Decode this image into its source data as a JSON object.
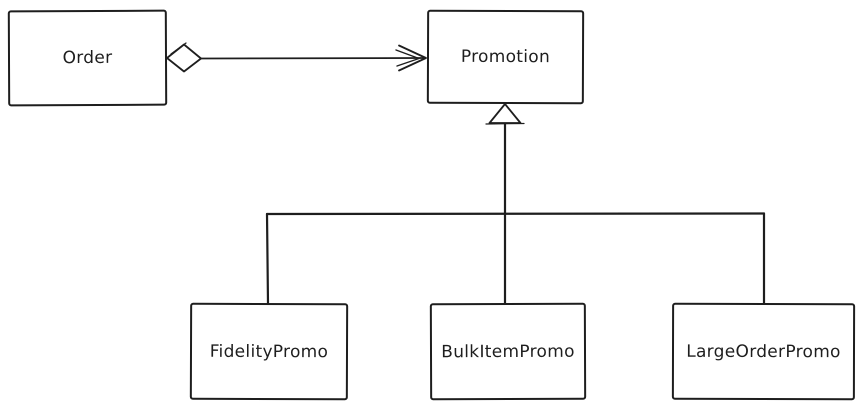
{
  "diagram": {
    "kind": "uml-class-diagram",
    "style": "hand-drawn",
    "colors": {
      "stroke": "#1e1e1e",
      "background": "#ffffff",
      "marker_fill": "#ffffff"
    },
    "nodes": {
      "order": {
        "label": "Order"
      },
      "promotion": {
        "label": "Promotion"
      },
      "fidelityPromo": {
        "label": "FidelityPromo"
      },
      "bulkItemPromo": {
        "label": "BulkItemPromo"
      },
      "largeOrderPromo": {
        "label": "LargeOrderPromo"
      }
    },
    "edges": [
      {
        "from": "Order",
        "to": "Promotion",
        "type": "aggregation",
        "source_marker": "hollow-diamond",
        "target_marker": "open-arrowhead"
      },
      {
        "from": "FidelityPromo",
        "to": "Promotion",
        "type": "generalization",
        "target_marker": "hollow-triangle"
      },
      {
        "from": "BulkItemPromo",
        "to": "Promotion",
        "type": "generalization",
        "target_marker": "hollow-triangle"
      },
      {
        "from": "LargeOrderPromo",
        "to": "Promotion",
        "type": "generalization",
        "target_marker": "hollow-triangle"
      }
    ]
  }
}
